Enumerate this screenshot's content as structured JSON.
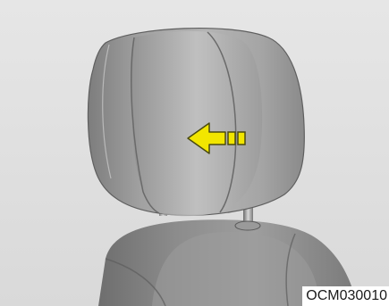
{
  "figure": {
    "reference_code": "OCM030010",
    "colors": {
      "background": "#e2e2e2",
      "seat_gray": "#8e8e8e",
      "arrow_fill": "#f2e600",
      "arrow_stroke": "#4a4a10"
    },
    "icons": [
      "headrest-illustration",
      "seatback-illustration",
      "headrest-post",
      "direction-arrow-icon"
    ]
  }
}
